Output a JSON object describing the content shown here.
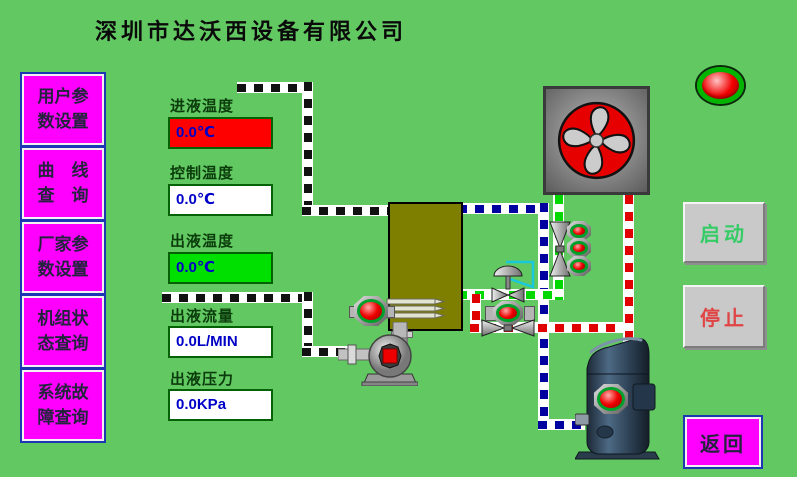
{
  "window": {
    "title": "深圳市达沃西设备有限公司"
  },
  "sidebar": {
    "items": [
      {
        "id": "user-params",
        "line1": "用户参",
        "line2": "数设置"
      },
      {
        "id": "curve-query",
        "line1": "曲　线",
        "line2": "查　询"
      },
      {
        "id": "factory-params",
        "line1": "厂家参",
        "line2": "数设置"
      },
      {
        "id": "unit-status",
        "line1": "机组状",
        "line2": "态查询"
      },
      {
        "id": "system-fault",
        "line1": "系统故",
        "line2": "障查询"
      }
    ]
  },
  "readouts": [
    {
      "label": "进液温度",
      "value": "0.0℃",
      "state": "alarm-red"
    },
    {
      "label": "控制温度",
      "value": "0.0℃",
      "state": "normal-white"
    },
    {
      "label": "出液温度",
      "value": "0.0℃",
      "state": "ok-green"
    },
    {
      "label": "出液流量",
      "value": "0.0L/MIN",
      "state": "normal-white"
    },
    {
      "label": "出液压力",
      "value": "0.0KPa",
      "state": "normal-white"
    }
  ],
  "controls": {
    "start": "启动",
    "stop": "停止",
    "back": "返回"
  },
  "icons": {
    "status_lamp": "red-round-lamp-green-ring",
    "fan": "four-blade-fan-red-hub",
    "sensors": "red-lens-green-ring-octagon"
  },
  "colors": {
    "background": "#62c862",
    "panel_button": "#ff00ff",
    "value_text": "#0000c8",
    "alarm_box": "#ff0000",
    "ok_box": "#00e000",
    "start_text": "#35cc66",
    "stop_text": "#e04444",
    "pipe_black": "#111111",
    "pipe_blue": "#0000a0",
    "pipe_green": "#00d800",
    "pipe_red": "#e00000",
    "tank": "#7e7e00"
  }
}
